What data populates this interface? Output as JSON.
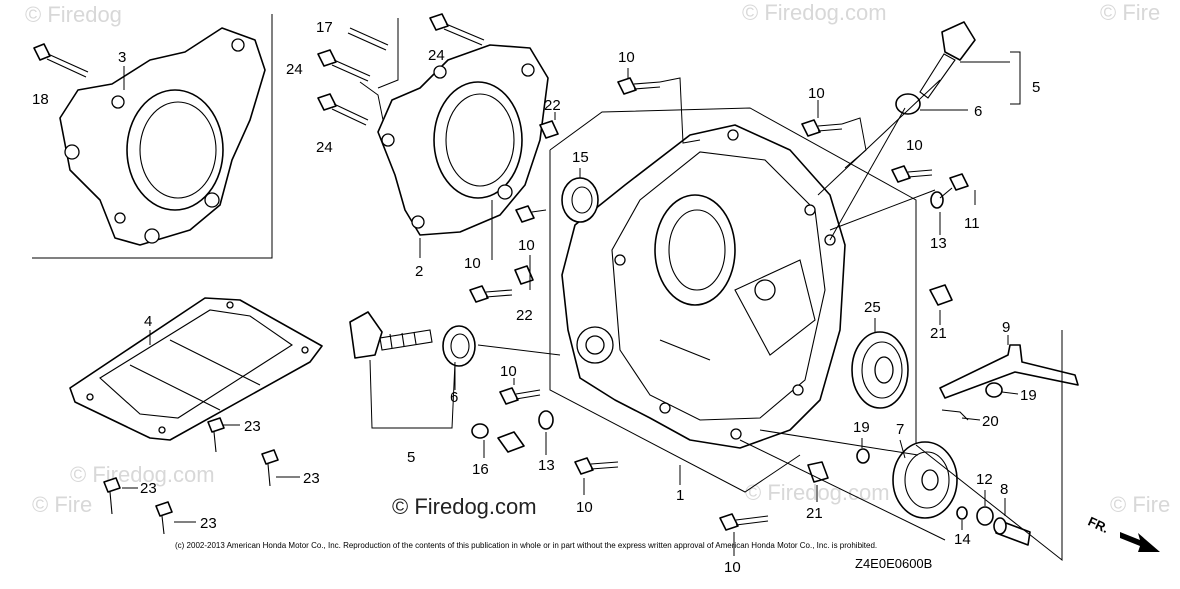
{
  "watermarks": {
    "text": "© Firedog.com",
    "short_top_left": "© Firedog",
    "short_top_right": "© Fire",
    "short_left": "© Fire",
    "short_right": "© Fire"
  },
  "callouts": {
    "c1": "1",
    "c2": "2",
    "c3": "3",
    "c4": "4",
    "c5a": "5",
    "c5b": "5",
    "c6a": "6",
    "c6b": "6",
    "c7": "7",
    "c8": "8",
    "c9": "9",
    "c10a": "10",
    "c10b": "10",
    "c10c": "10",
    "c10d": "10",
    "c10e": "10",
    "c10f": "10",
    "c10g": "10",
    "c10h": "10",
    "c11": "11",
    "c12": "12",
    "c13a": "13",
    "c13b": "13",
    "c14": "14",
    "c15": "15",
    "c16": "16",
    "c17": "17",
    "c18": "18",
    "c19a": "19",
    "c19b": "19",
    "c20": "20",
    "c21a": "21",
    "c21b": "21",
    "c22a": "22",
    "c22b": "22",
    "c23a": "23",
    "c23b": "23",
    "c23c": "23",
    "c23d": "23",
    "c24a": "24",
    "c24b": "24",
    "c24c": "24",
    "c25": "25"
  },
  "copyright": "(c) 2002-2013 American Honda Motor Co., Inc. Reproduction of the contents of this publication in whole or in part without the express written approval of American Honda Motor Co., Inc. is prohibited.",
  "diagram_code": "Z4E0E0600B",
  "front_arrow": "FR."
}
